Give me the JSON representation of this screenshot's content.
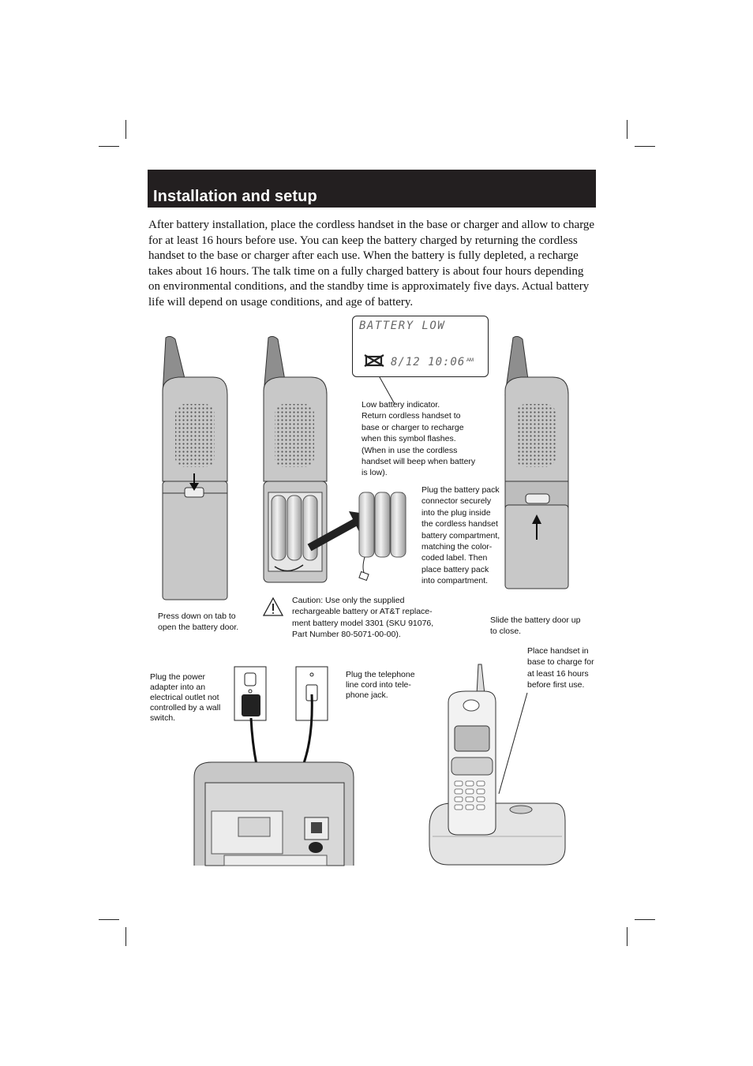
{
  "section": {
    "title": "Installation and setup"
  },
  "intro": "After battery installation, place the cordless handset in the base or charger and allow to charge for at least 16 hours before use. You can keep the battery charged by returning the cordless handset to the base or charger after each use. When the battery is fully depleted, a recharge takes about 16 hours. The talk time on a fully charged battery is about four hours depending on environmental conditions, and the standby time is approximately five days. Actual battery life will depend on usage conditions, and age of battery.",
  "display": {
    "line1": "BATTERY LOW",
    "line2": "8/12  10:06",
    "ampm": "AM",
    "icon": "battery-low-icon"
  },
  "captions": {
    "low_battery": "Low battery indicator.\nReturn cordless handset to\nbase or charger to recharge\nwhen this symbol flashes.\n(When in use the cordless\nhandset will beep when battery\nis low).",
    "plug_battery": "Plug the battery pack\nconnector securely\ninto the plug inside\nthe cordless handset\nbattery compartment,\nmatching the color-\ncoded label.  Then\nplace battery pack\ninto compartment.",
    "press_tab": "Press down on tab to\nopen the battery door.",
    "caution": "Caution: Use only the supplied\nrechargeable battery or AT&T    replace-\nment battery model 3301 (SKU 91076,\nPart Number 80-5071-00-00).",
    "slide_door": "Slide the battery door up\nto close.",
    "power_adapter": "Plug the power\nadapter into an\nelectrical outlet not\ncontrolled by a wall\nswitch.",
    "phone_line": "Plug the telephone\nline cord into tele-\nphone jack.",
    "place_handset": "Place handset in\nbase to charge for\nat least 16 hours\nbefore first use."
  },
  "colors": {
    "header_bg": "#231f20",
    "header_text": "#ffffff",
    "device_gray": "#c9c9c9",
    "device_dark": "#8a8a8a"
  }
}
